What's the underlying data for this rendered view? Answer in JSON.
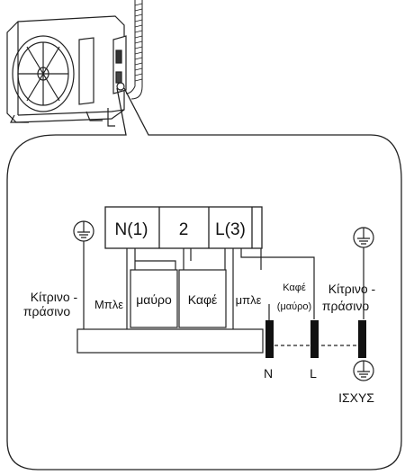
{
  "terminal_block": {
    "terminals": [
      "N(1)",
      "2",
      "L(3)"
    ]
  },
  "left_labels": {
    "ground_wire": [
      "Κίτρινο -",
      "πράσινο"
    ],
    "blue_wire": "Μπλε"
  },
  "connector_labels": {
    "black": "μαύρο",
    "brown": "Καφέ",
    "blue": "μπλε"
  },
  "right_labels": {
    "brown_top": "Καφέ",
    "brown_bottom": "(μαύρο)",
    "ground_wire": [
      "Κίτρινο -",
      "πράσινο"
    ]
  },
  "power_terminals": {
    "neutral": "N",
    "live": "L"
  },
  "power_label": "ΙΣΧΥΣ",
  "icons": [
    "outdoor-unit-illustration",
    "ground-symbol-icon",
    "power-ground-symbol-icon",
    "ground-terminal-symbol-icon"
  ]
}
